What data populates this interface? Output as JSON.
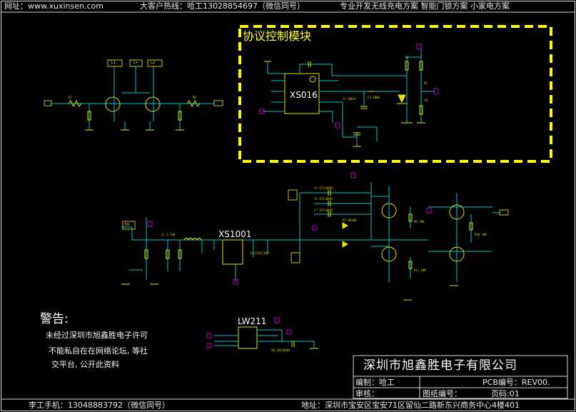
{
  "header": {
    "website": "网址：www.xuxinsen.com",
    "hotline": "大客户热线：哈工13028854697（微信同号）",
    "solutions": "专业开发无线充电方案 智能门锁方案 小家电方案"
  },
  "protocol_block": {
    "title": "协议控制模块",
    "chip": "XS016"
  },
  "chips": {
    "xs1001": "XS1001",
    "lw211": "LW211"
  },
  "net_labels": {
    "l_minus": "L1-",
    "l_plus": "L+",
    "l2_minus": "L2-",
    "five_v_minus": "5V-"
  },
  "warning": {
    "title": "警告:",
    "lines": [
      "未经过深圳市旭鑫胜电子许可",
      "不能私自在在网络论坛, 等社",
      "交平台, 公开此资料"
    ]
  },
  "title_block": {
    "company": "深圳市旭鑫胜电子有限公司",
    "author": "编制：哈工",
    "pcb": "PCB编号：REV00.",
    "review": "审核：",
    "drawing": "图纸编号：",
    "page": "页码:01"
  },
  "footer": {
    "mobile": "李工手机：13048883792（微信同号）",
    "address": "地址：深圳市宝安区宝安71区留仙二路新东兴商务中心4楼401"
  },
  "colors": {
    "background": "#000000",
    "wire": "#00c8c8",
    "component": "#e6e600",
    "net_text": "#c8c800",
    "highlight_box": "#ffff00",
    "power_pin": "#c000c0",
    "frame": "#e0e0e0"
  }
}
